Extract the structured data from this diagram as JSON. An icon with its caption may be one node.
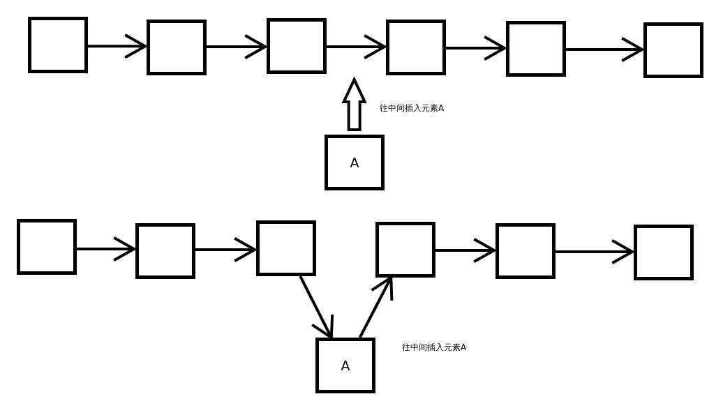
{
  "diagram": {
    "nodes": [
      {
        "text": [],
        "shape": "box"
      },
      {
        "text": [],
        "shape": "box"
      },
      {
        "text": [],
        "shape": "box"
      },
      {
        "text": [],
        "shape": "box"
      },
      {
        "text": [],
        "shape": "box"
      },
      {
        "text": [],
        "shape": "box"
      },
      {
        "text": [
          "A"
        ]
      },
      {
        "text": [],
        "shape": "box"
      },
      {
        "text": [],
        "shape": "box"
      },
      {
        "text": [],
        "shape": "box"
      },
      {
        "text": [],
        "shape": "box"
      },
      {
        "text": [],
        "shape": "box"
      },
      {
        "text": [],
        "shape": "box"
      },
      {
        "text": [
          "A"
        ]
      }
    ],
    "edges": [
      {
        "from": 0,
        "to": 1,
        "arrow": "to"
      },
      {
        "from": 1,
        "to": 2,
        "arrow": "to"
      },
      {
        "from": 2,
        "to": 3,
        "arrow": "to"
      },
      {
        "from": 3,
        "to": 4,
        "arrow": "to"
      },
      {
        "from": 4,
        "to": 5,
        "arrow": "to"
      },
      {
        "from": 6,
        "to": null,
        "arrow": "to",
        "style": "thick"
      },
      {
        "from": 7,
        "to": 8,
        "arrow": "to"
      },
      {
        "from": 8,
        "to": 9,
        "arrow": "to"
      },
      {
        "from": 9,
        "to": 13,
        "arrow": "to"
      },
      {
        "from": 13,
        "to": 10,
        "arrow": "to"
      },
      {
        "from": 10,
        "to": 11,
        "arrow": "to"
      },
      {
        "from": 11,
        "to": 12,
        "arrow": "to"
      }
    ],
    "labels": [
      "往中间插入元素A",
      "往中间插入元素A"
    ]
  }
}
